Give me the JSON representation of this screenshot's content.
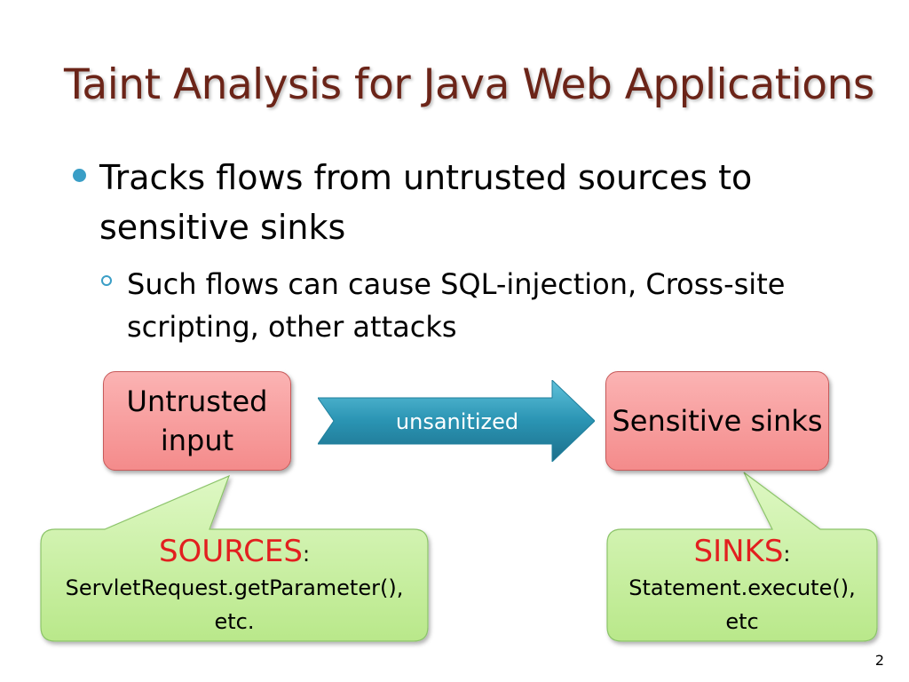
{
  "slide": {
    "title": "Taint Analysis for Java Web Applications",
    "bullet_main": "Tracks flows from untrusted sources to sensitive sinks",
    "bullet_sub": "Such flows can cause SQL-injection, Cross-site scripting, other attacks",
    "page_number": "2"
  },
  "diagram": {
    "left_box": "Untrusted input",
    "right_box": "Sensitive sinks",
    "arrow_label": "unsanitized",
    "sources": {
      "heading": "SOURCES",
      "colon": ":",
      "line1": "ServletRequest.getParameter(),",
      "line2": "etc."
    },
    "sinks": {
      "heading": "SINKS",
      "colon": ":",
      "line1": "Statement.execute(),",
      "line2": "etc"
    }
  },
  "colors": {
    "title": "#6b2418",
    "bullet": "#3a9ec6",
    "box_fill": "#f7a2a2",
    "callout_fill": "#c9ef9c",
    "arrow_fill": "#2a94b3",
    "highlight_red": "#e21f1f"
  }
}
